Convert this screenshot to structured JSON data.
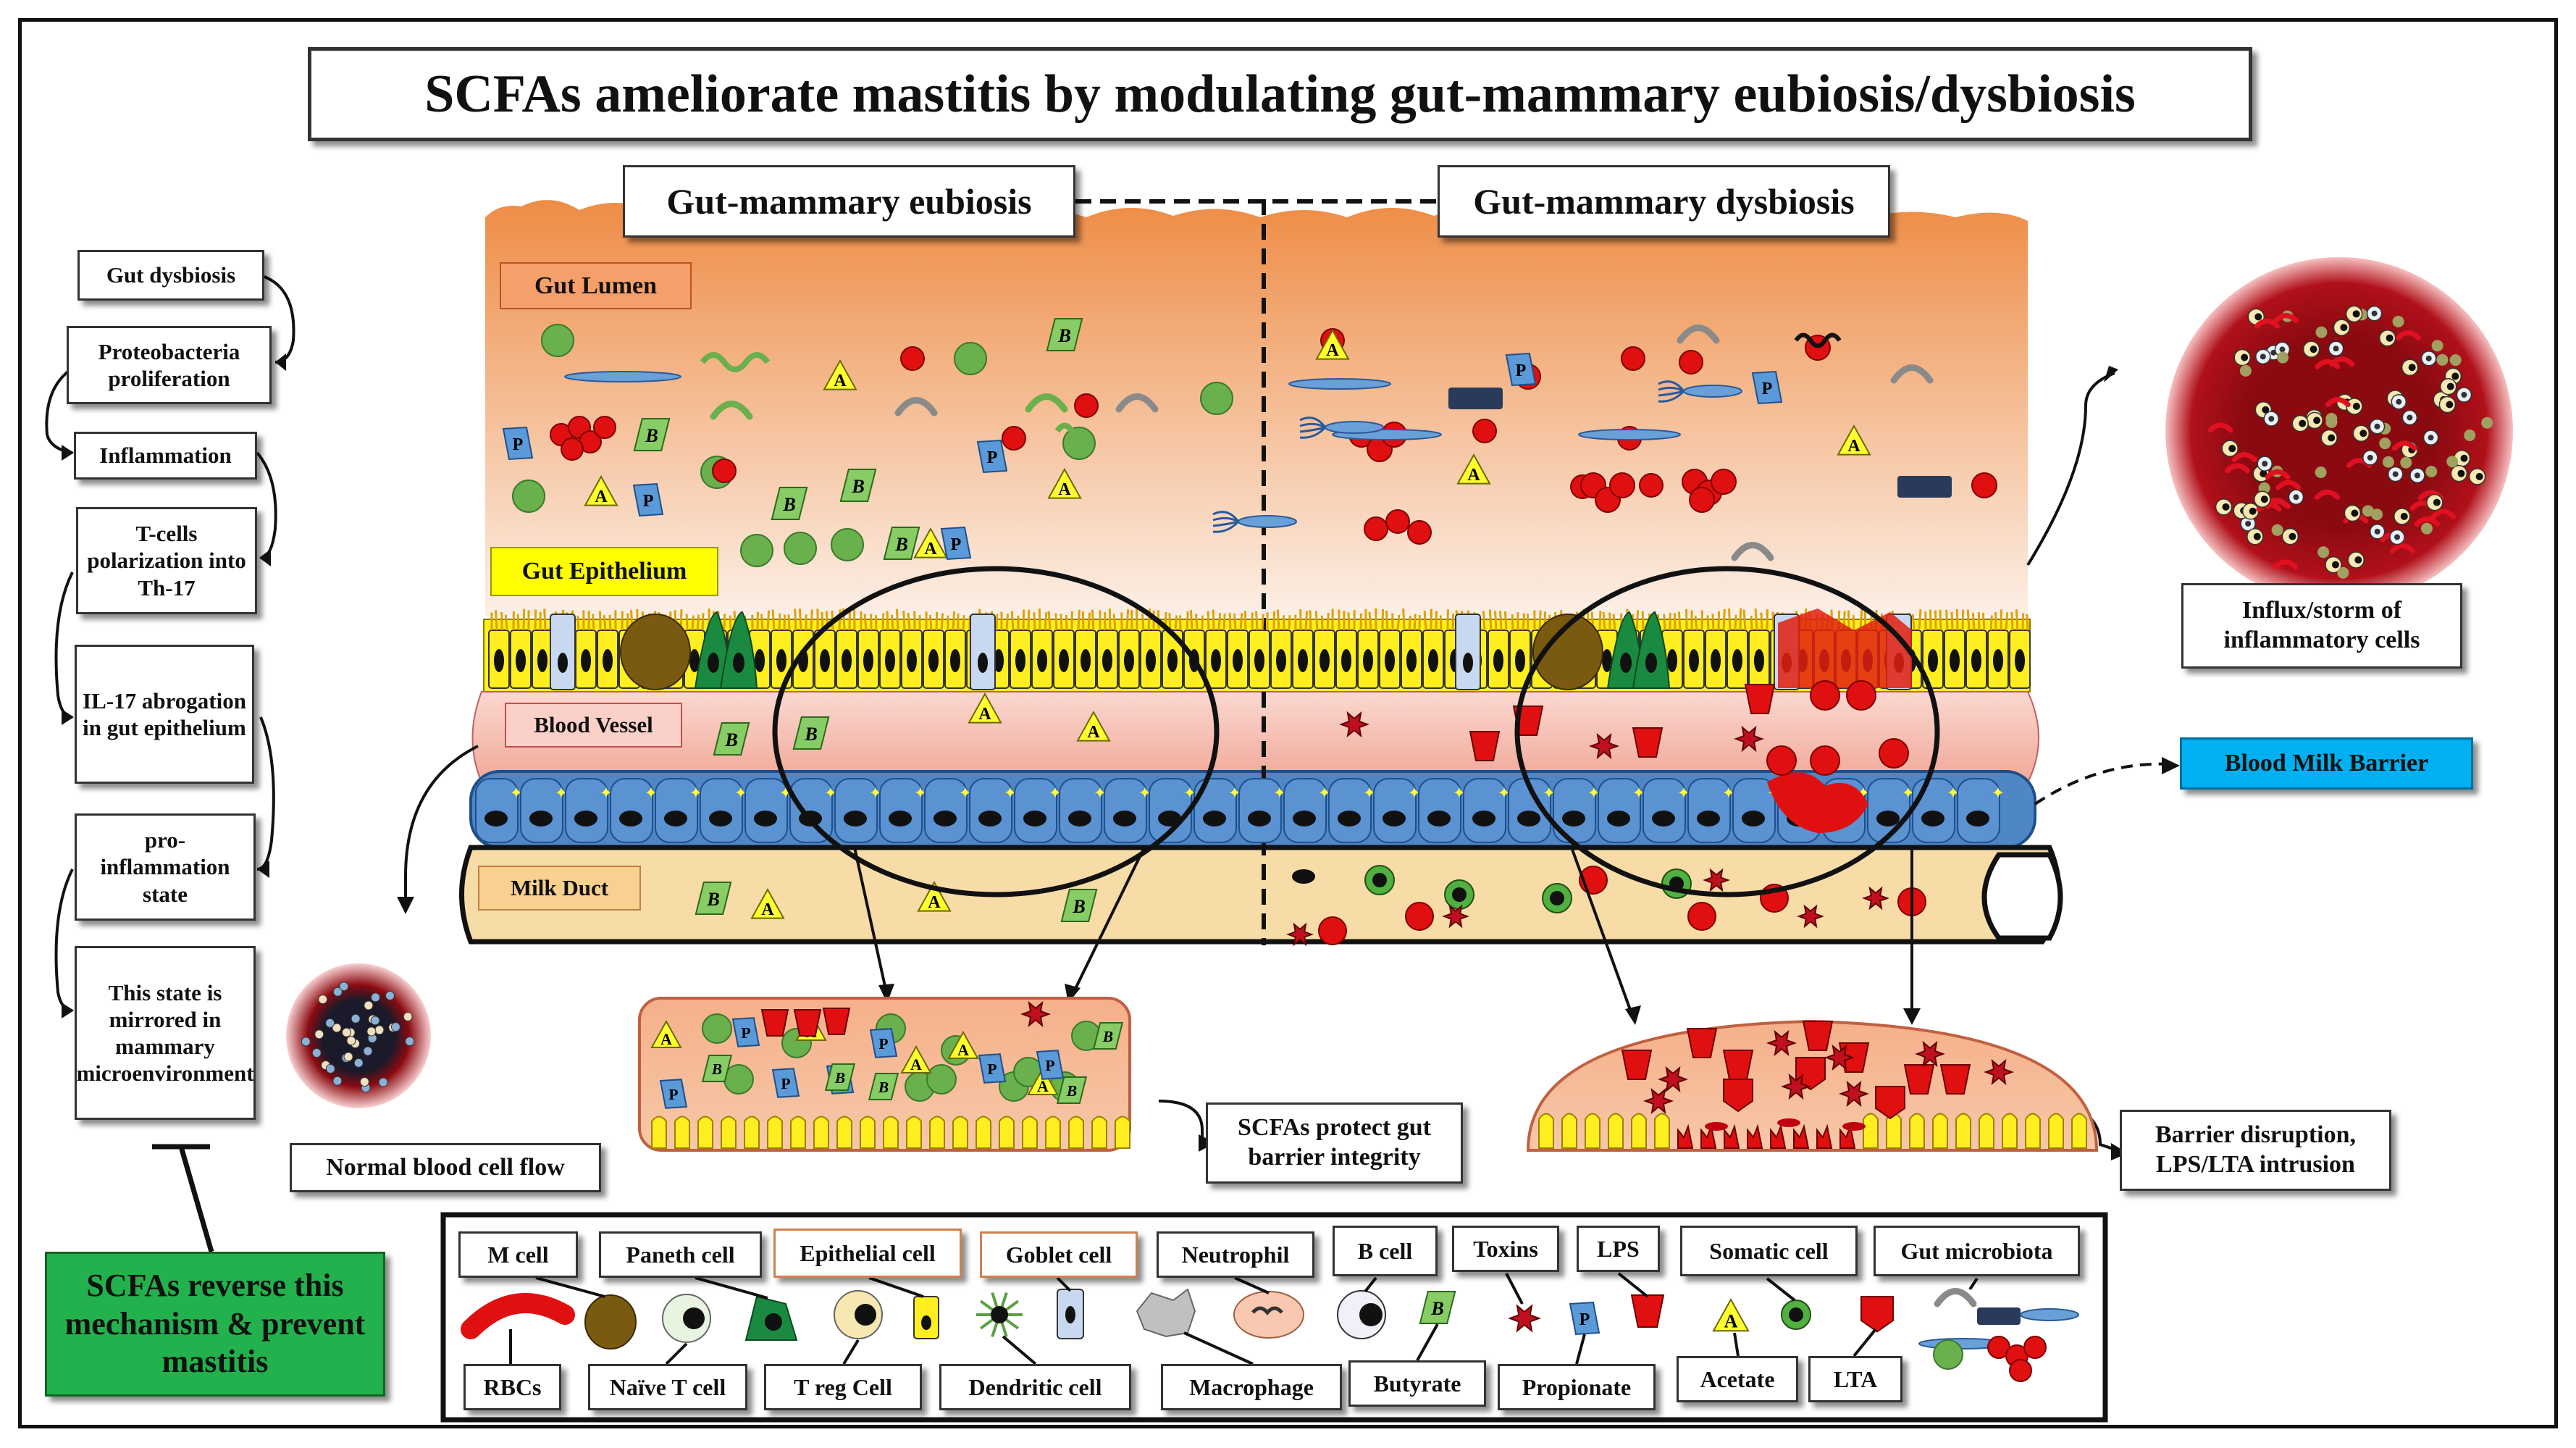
{
  "title": "SCFAs ameliorate mastitis by modulating gut-mammary eubiosis/dysbiosis",
  "panels": {
    "eubiosis": "Gut-mammary eubiosis",
    "dysbiosis": "Gut-mammary dysbiosis"
  },
  "layers": {
    "gut_lumen": "Gut Lumen",
    "gut_epithelium": "Gut Epithelium",
    "blood_vessel": "Blood Vessel",
    "milk_duct": "Milk Duct"
  },
  "flow_steps": [
    "Gut dysbiosis",
    "Proteobacteria proliferation",
    "Inflammation",
    "T-cells polarization into Th-17",
    "IL-17 abrogation in gut epithelium",
    "pro-inflammation state",
    "This state is mirrored in mammary microenvironment"
  ],
  "scfa_reverse": "SCFAs reverse this mechanism & prevent mastitis",
  "normal_flow": "Normal blood cell flow",
  "influx": "Influx/storm of inflammatory cells",
  "blood_milk_barrier": "Blood Milk Barrier",
  "protect": "SCFAs protect gut barrier integrity",
  "disruption": "Barrier disruption, LPS/LTA intrusion",
  "molecule_letters": {
    "acetate": "A",
    "propionate": "P",
    "butyrate": "B"
  },
  "legend": {
    "top": [
      "M cell",
      "Paneth cell",
      "Epithelial cell",
      "Goblet cell",
      "Neutrophil",
      "B cell",
      "Toxins",
      "LPS",
      "Somatic cell",
      "Gut microbiota"
    ],
    "bottom": [
      "RBCs",
      "Naïve T cell",
      "T reg Cell",
      "Dendritic cell",
      "Macrophage",
      "Butyrate",
      "Propionate",
      "Acetate",
      "LTA"
    ]
  },
  "colors": {
    "lumen_top": "#ee8c45",
    "lumen_bottom": "#fbe8dd",
    "epithelium_label": "#ffff00",
    "blood_vessel": "#f6c8c0",
    "endothelium": "#4f86c6",
    "milk_duct": "#f8dca8",
    "barrier_box": "#00b0f0",
    "scfa_box": "#22b14c",
    "rbc": "#e01010",
    "green_bacteria": "#6ab04c"
  }
}
